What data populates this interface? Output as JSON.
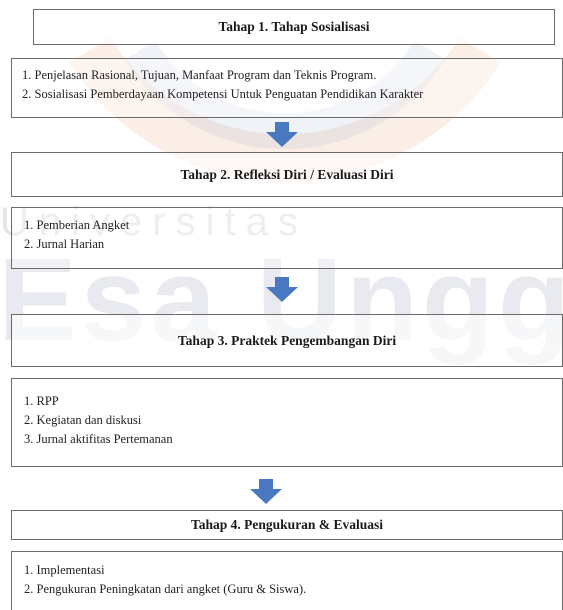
{
  "watermark": {
    "small": "Universitas",
    "big": "Esa Unggul"
  },
  "stages": [
    {
      "title": "Tahap 1. Tahap Sosialisasi",
      "items": [
        "1.   Penjelasan Rasional, Tujuan, Manfaat Program dan Teknis Program.",
        "2.   Sosialisasi Pemberdayaan Kompetensi Untuk Penguatan Pendidikan Karakter"
      ]
    },
    {
      "title": "Tahap 2. Refleksi Diri / Evaluasi  Diri",
      "items": [
        "1. Pemberian Angket",
        "2. Jurnal Harian"
      ]
    },
    {
      "title": "Tahap 3.  Praktek Pengembangan Diri",
      "items": [
        "1. RPP",
        "2. Kegiatan  dan diskusi",
        "3. Jurnal aktifitas Pertemanan"
      ]
    },
    {
      "title": "Tahap 4. Pengukuran &  Evaluasi",
      "items": [
        "1.   Implementasi",
        "2.   Pengukuran Peningkatan dari angket (Guru & Siswa)."
      ]
    }
  ],
  "colors": {
    "arrow": "#4a78c0",
    "border": "#6a6a6a"
  }
}
